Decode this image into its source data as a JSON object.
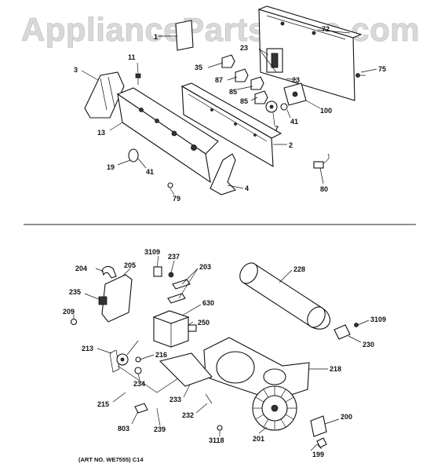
{
  "watermark": "AppliancePartsPros.com",
  "art_note": "(ART NO. WE7555) C14",
  "callouts": {
    "c1": "1",
    "c72": "72",
    "c3": "3",
    "c11": "11",
    "c23a": "23",
    "c35": "35",
    "c75": "75",
    "c87": "87",
    "c23b": "23",
    "c85a": "85",
    "c85b": "85",
    "c100": "100",
    "c41a": "41",
    "c7": "7",
    "c13": "13",
    "c2": "2",
    "c19": "19",
    "c41b": "41",
    "c79": "79",
    "c4": "4",
    "c80": "80",
    "c3109a": "3109",
    "c237": "237",
    "c203": "203",
    "c204": "204",
    "c205": "205",
    "c228": "228",
    "c235": "235",
    "c630": "630",
    "c209": "209",
    "c250": "250",
    "c3109b": "3109",
    "c230": "230",
    "c213": "213",
    "c216": "216",
    "c218": "218",
    "c234": "234",
    "c233": "233",
    "c215": "215",
    "c232": "232",
    "c200": "200",
    "c803": "803",
    "c239": "239",
    "c3118": "3118",
    "c201": "201",
    "c199": "199"
  }
}
